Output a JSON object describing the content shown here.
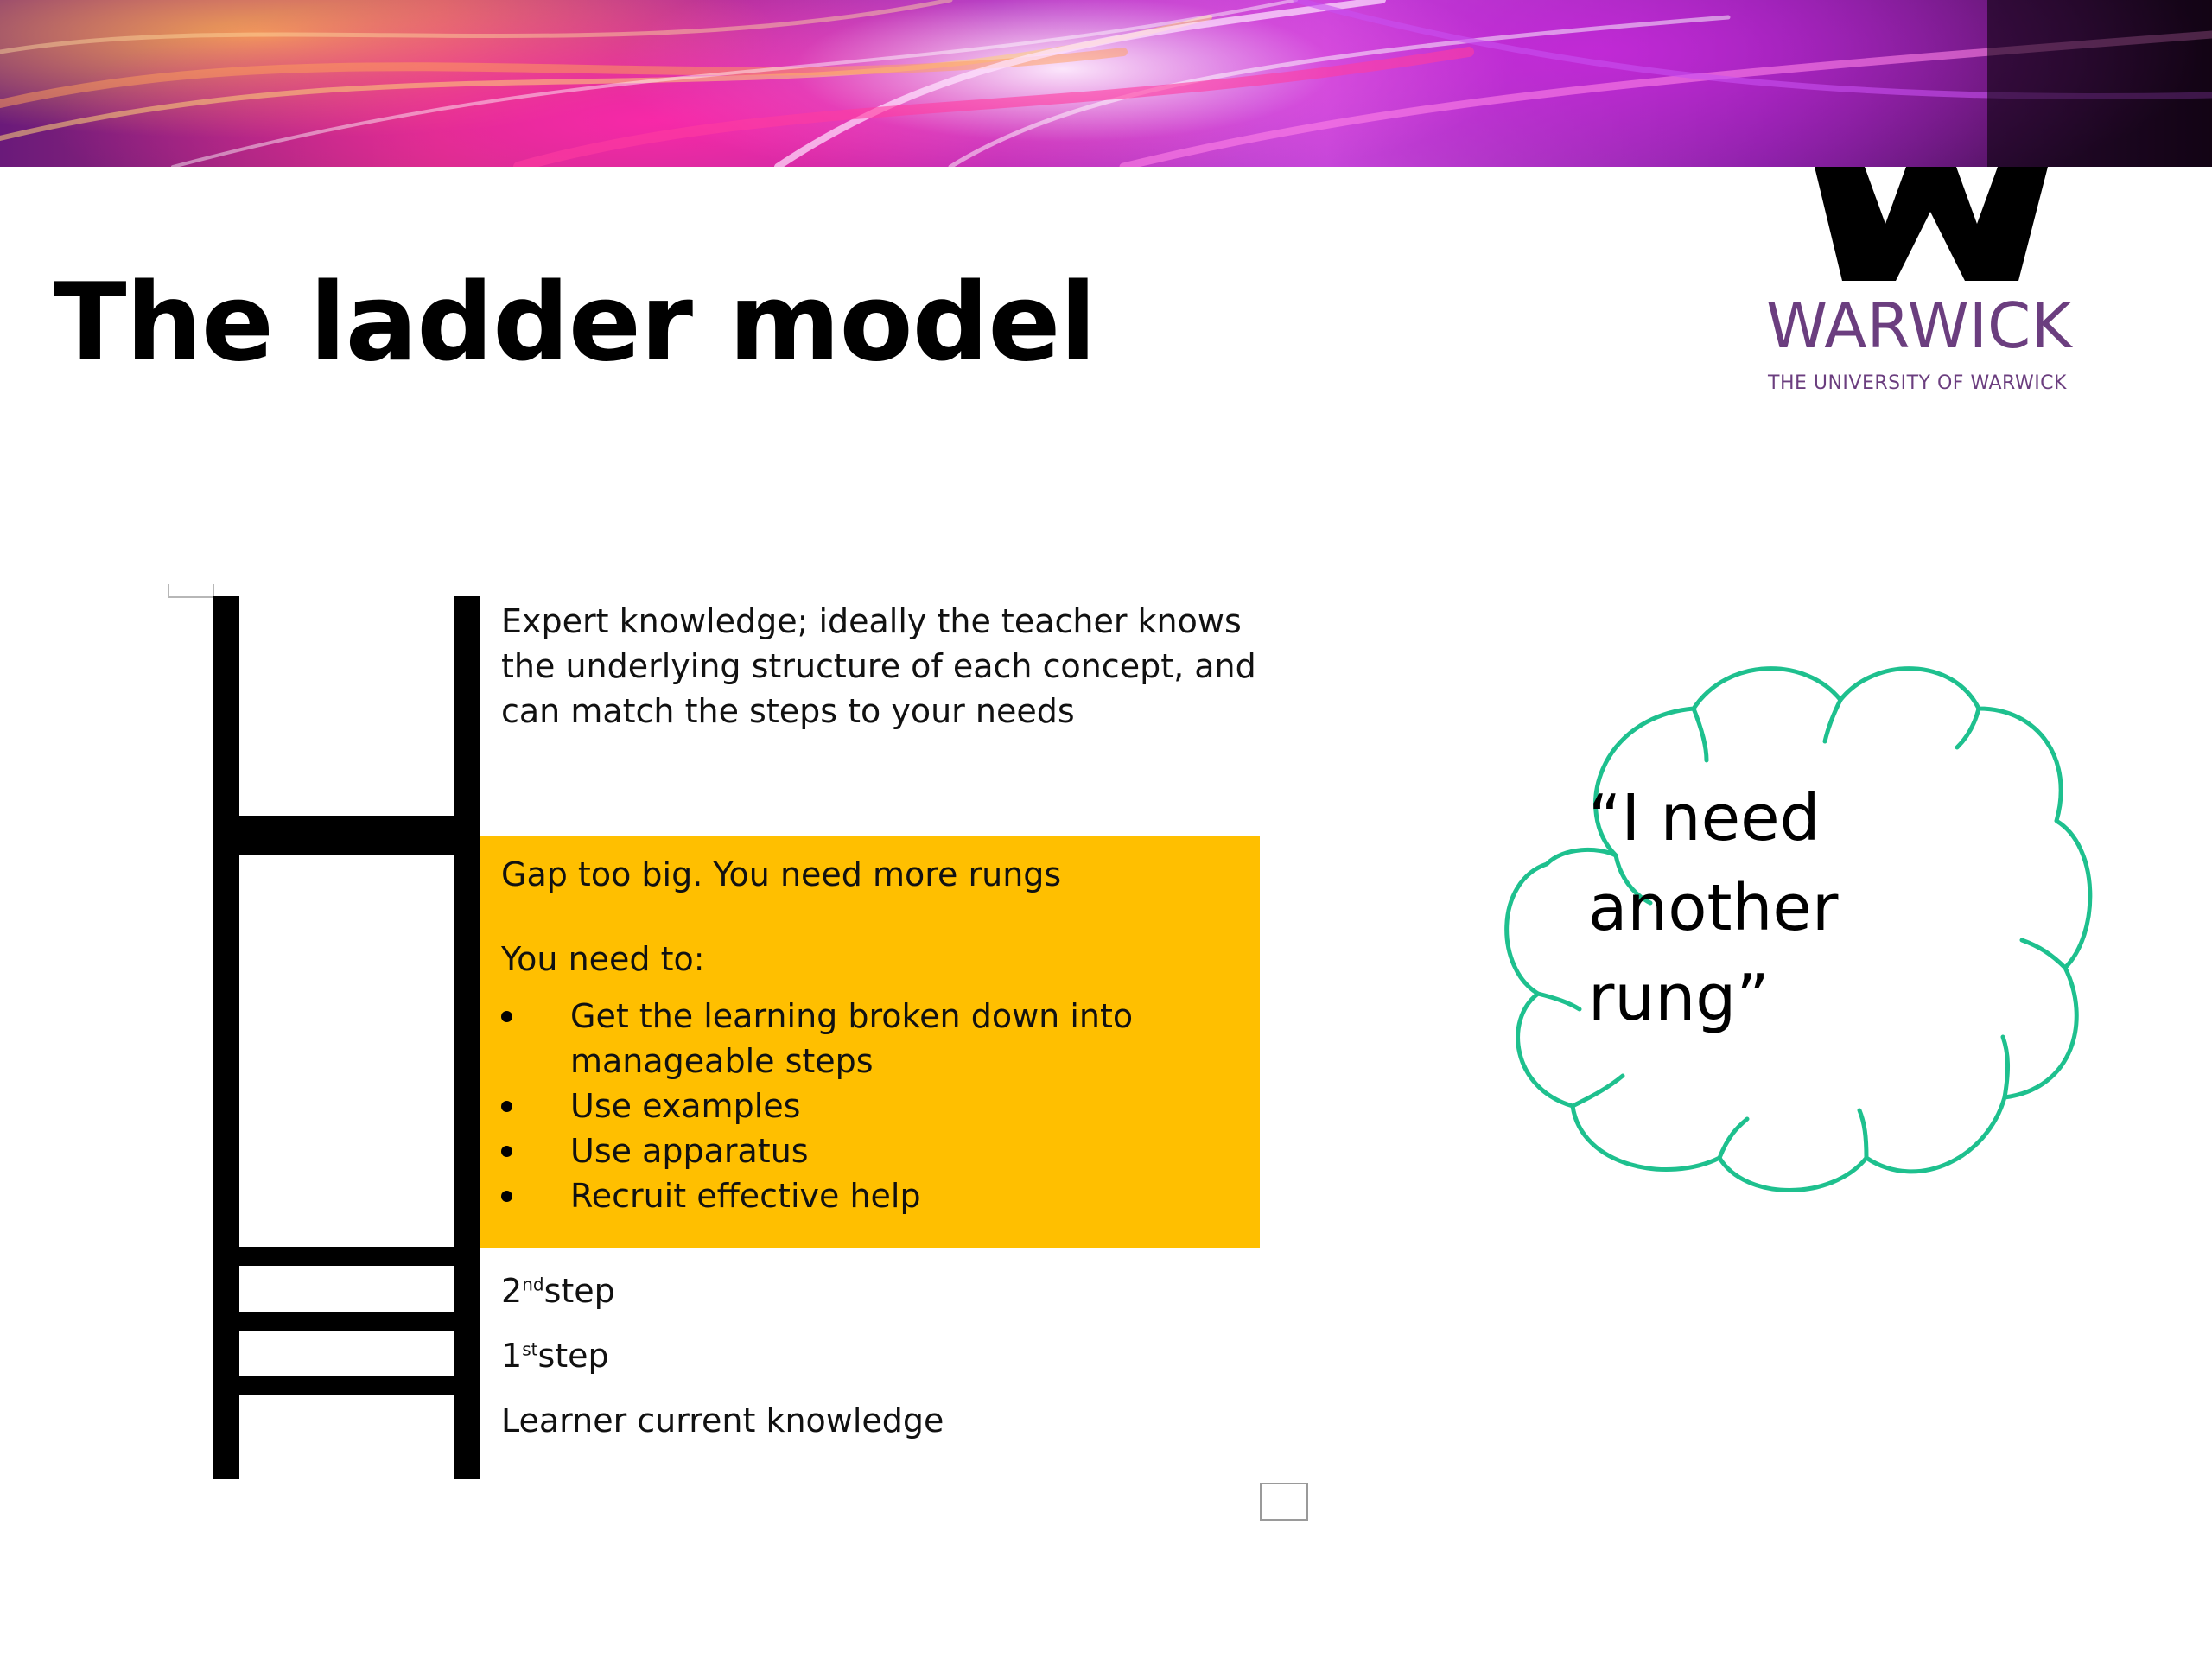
{
  "slide": {
    "title": "The ladder model"
  },
  "logo": {
    "wordmark": "WARWICK",
    "subtitle": "THE UNIVERSITY OF WARWICK",
    "brand_color": "#6b3e7f"
  },
  "ladder": {
    "top_text": "Expert knowledge; ideally the teacher knows the underlying structure of each concept, and can match the steps to your needs",
    "gap": {
      "heading": "Gap too big. You need more rungs",
      "intro": "You need to:",
      "items": [
        "Get the learning broken down into manageable steps",
        "Use examples",
        "Use apparatus",
        "Recruit effective help"
      ],
      "highlight_color": "#ffbf00"
    },
    "steps": [
      {
        "num": "2",
        "suffix": "nd",
        "label": "step"
      },
      {
        "num": "1",
        "suffix": "st",
        "label": "step"
      }
    ],
    "bottom_text": "Learner current knowledge"
  },
  "thought_bubble": {
    "text": "“I need another rung”",
    "outline_color": "#1ec08e"
  }
}
